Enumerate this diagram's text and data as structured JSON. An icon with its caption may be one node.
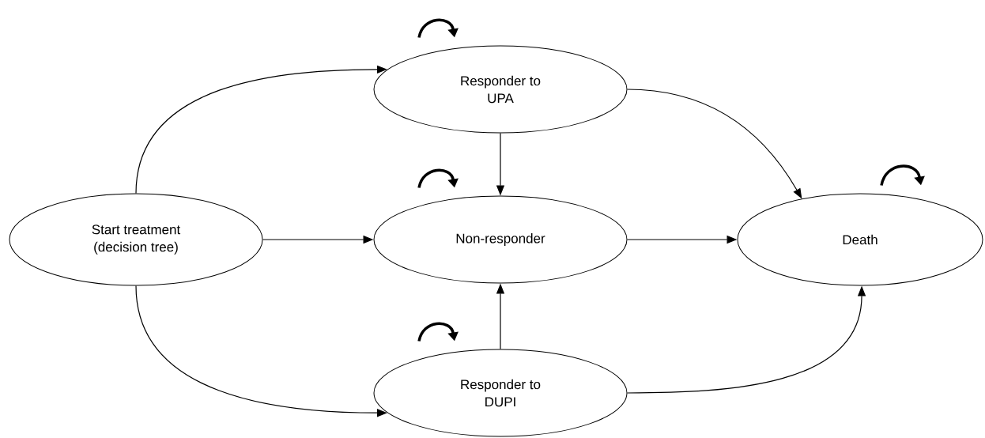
{
  "diagram": {
    "nodes": [
      {
        "text": [
          "Start treatment (decision tree)"
        ]
      },
      {
        "text": [
          "Responder to UPA"
        ]
      },
      {
        "text": [
          "Non-responder"
        ]
      },
      {
        "text": [
          "Death"
        ]
      },
      {
        "text": [
          "Responder to DUPI"
        ]
      }
    ],
    "edges": [
      {
        "from": 0,
        "to": 1,
        "arrow": "to"
      },
      {
        "from": 0,
        "to": 2,
        "arrow": "to"
      },
      {
        "from": 0,
        "to": 4,
        "arrow": "to"
      },
      {
        "from": 1,
        "to": 2,
        "arrow": "to"
      },
      {
        "from": 4,
        "to": 2,
        "arrow": "to"
      },
      {
        "from": 2,
        "to": 3,
        "arrow": "to"
      },
      {
        "from": 1,
        "to": 3,
        "arrow": "to"
      },
      {
        "from": 4,
        "to": 3,
        "arrow": "to"
      },
      {
        "from": 1,
        "to": 1,
        "arrow": "to",
        "style": "thick"
      },
      {
        "from": 2,
        "to": 2,
        "arrow": "to",
        "style": "thick"
      },
      {
        "from": 3,
        "to": 3,
        "arrow": "to",
        "style": "thick"
      },
      {
        "from": 4,
        "to": 4,
        "arrow": "to",
        "style": "thick"
      }
    ]
  }
}
